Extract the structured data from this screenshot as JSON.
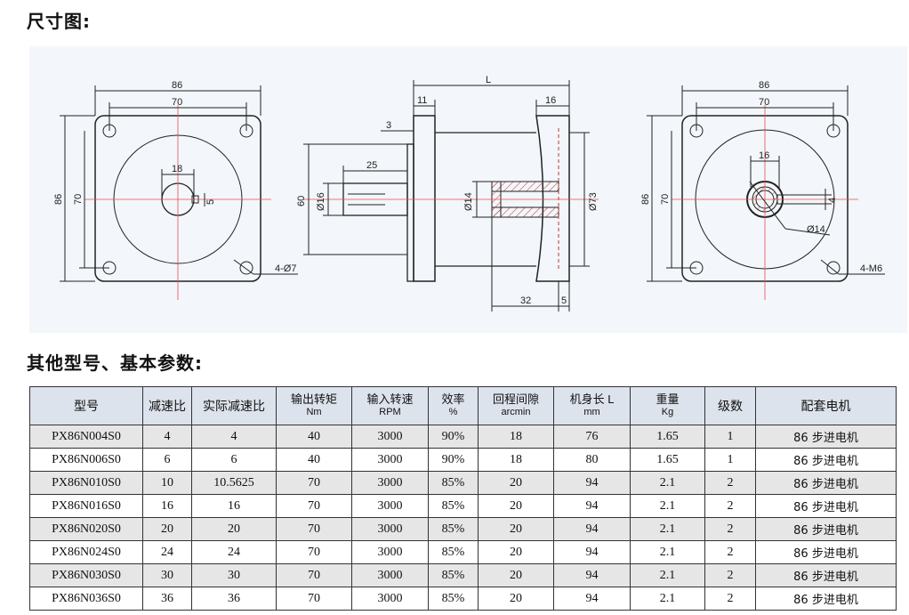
{
  "section1_title": "尺寸图:",
  "section2_title": "其他型号、基本参数:",
  "drawing": {
    "front_left": {
      "dim_86_top": "86",
      "dim_70_top": "70",
      "dim_86_side": "86",
      "dim_70_side": "70",
      "dim_18": "18",
      "dim_5": "5",
      "hole_note": "4-Ø7"
    },
    "side": {
      "dim_L": "L",
      "dim_11": "11",
      "dim_16": "16",
      "dim_3": "3",
      "dim_25": "25",
      "dim_60": "60",
      "dim_d16": "Ø16",
      "dim_d14": "Ø14",
      "dim_d73": "Ø73",
      "dim_32": "32",
      "dim_5": "5"
    },
    "front_right": {
      "dim_86_top": "86",
      "dim_70_top": "70",
      "dim_86_side": "86",
      "dim_70_side": "70",
      "dim_16": "16",
      "dim_4": "4",
      "dim_d14": "Ø14",
      "hole_note": "4-M6"
    }
  },
  "table": {
    "headers": [
      {
        "main": "型号",
        "sub": ""
      },
      {
        "main": "减速比",
        "sub": ""
      },
      {
        "main": "实际减速比",
        "sub": ""
      },
      {
        "main": "输出转矩",
        "sub": "Nm"
      },
      {
        "main": "输入转速",
        "sub": "RPM"
      },
      {
        "main": "效率",
        "sub": "%"
      },
      {
        "main": "回程间隙",
        "sub": "arcmin"
      },
      {
        "main": "机身长 L",
        "sub": "mm"
      },
      {
        "main": "重量",
        "sub": "Kg"
      },
      {
        "main": "级数",
        "sub": ""
      },
      {
        "main": "配套电机",
        "sub": ""
      }
    ],
    "rows": [
      [
        "PX86N004S0",
        "4",
        "4",
        "40",
        "3000",
        "90%",
        "18",
        "76",
        "1.65",
        "1",
        "86 步进电机"
      ],
      [
        "PX86N006S0",
        "6",
        "6",
        "40",
        "3000",
        "90%",
        "18",
        "80",
        "1.65",
        "1",
        "86 步进电机"
      ],
      [
        "PX86N010S0",
        "10",
        "10.5625",
        "70",
        "3000",
        "85%",
        "20",
        "94",
        "2.1",
        "2",
        "86 步进电机"
      ],
      [
        "PX86N016S0",
        "16",
        "16",
        "70",
        "3000",
        "85%",
        "20",
        "94",
        "2.1",
        "2",
        "86 步进电机"
      ],
      [
        "PX86N020S0",
        "20",
        "20",
        "70",
        "3000",
        "85%",
        "20",
        "94",
        "2.1",
        "2",
        "86 步进电机"
      ],
      [
        "PX86N024S0",
        "24",
        "24",
        "70",
        "3000",
        "85%",
        "20",
        "94",
        "2.1",
        "2",
        "86 步进电机"
      ],
      [
        "PX86N030S0",
        "30",
        "30",
        "70",
        "3000",
        "85%",
        "20",
        "94",
        "2.1",
        "2",
        "86 步进电机"
      ],
      [
        "PX86N036S0",
        "36",
        "36",
        "70",
        "3000",
        "85%",
        "20",
        "94",
        "2.1",
        "2",
        "86 步进电机"
      ]
    ]
  }
}
